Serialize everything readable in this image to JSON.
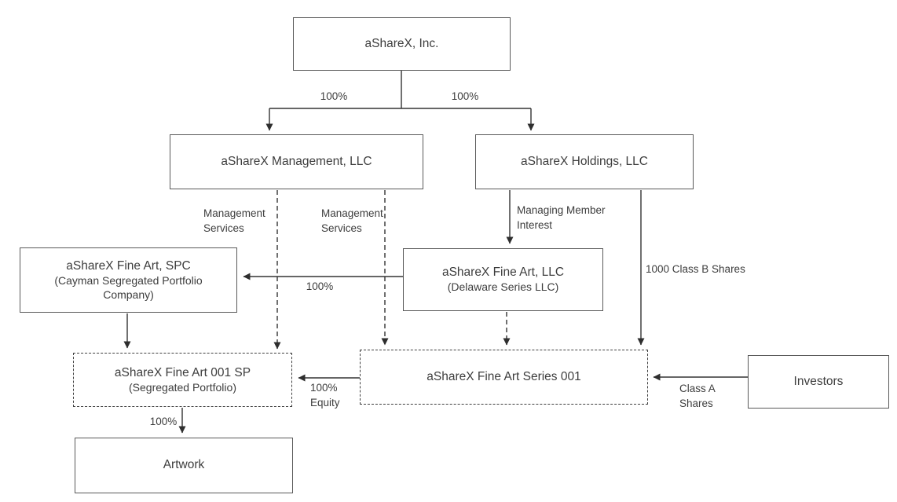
{
  "diagram": {
    "description_type": "corporate-structure-flowchart",
    "nodes": {
      "inc": {
        "title": "aShareX, Inc."
      },
      "management": {
        "title": "aShareX Management, LLC"
      },
      "holdings": {
        "title": "aShareX Holdings, LLC"
      },
      "spc": {
        "title": "aShareX Fine Art, SPC",
        "subtitle": "(Cayman Segregated Portfolio Company)"
      },
      "fineartllc": {
        "title": "aShareX Fine Art, LLC",
        "subtitle": "(Delaware Series LLC)"
      },
      "sp001": {
        "title": "aShareX Fine Art 001 SP",
        "subtitle": "(Segregated Portfolio)"
      },
      "series001": {
        "title": "aShareX Fine Art Series 001"
      },
      "investors": {
        "title": "Investors"
      },
      "artwork": {
        "title": "Artwork"
      }
    },
    "edge_labels": {
      "inc_to_management_pct": "100%",
      "inc_to_holdings_pct": "100%",
      "management_services_left": "Management Services",
      "management_services_right": "Management Services",
      "managing_member_interest": "Managing Member Interest",
      "class_b_shares": "1000 Class B Shares",
      "llc_to_spc_pct": "100%",
      "series_to_sp_equity": "100% Equity",
      "class_a_shares": "Class A Shares",
      "sp_to_artwork_pct": "100%"
    },
    "colors": {
      "box_border": "#595959",
      "line": "#333333",
      "text": "#3d3d3d",
      "background": "#ffffff"
    }
  }
}
